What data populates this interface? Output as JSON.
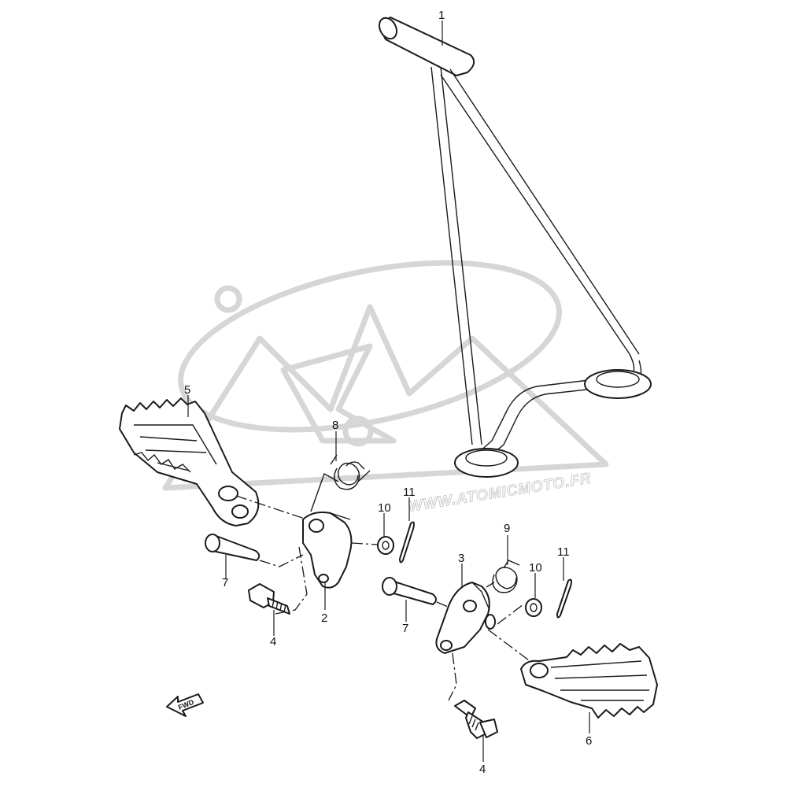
{
  "watermark": {
    "url_text": "WWW.ATOMICMOTO.FR"
  },
  "fwd_label": "FWD",
  "callouts": {
    "c1": "1",
    "c2": "2",
    "c3": "3",
    "c4a": "4",
    "c4b": "4",
    "c5": "5",
    "c6": "6",
    "c7a": "7",
    "c7b": "7",
    "c8": "8",
    "c9": "9",
    "c10a": "10",
    "c10b": "10",
    "c11a": "11",
    "c11b": "11"
  }
}
